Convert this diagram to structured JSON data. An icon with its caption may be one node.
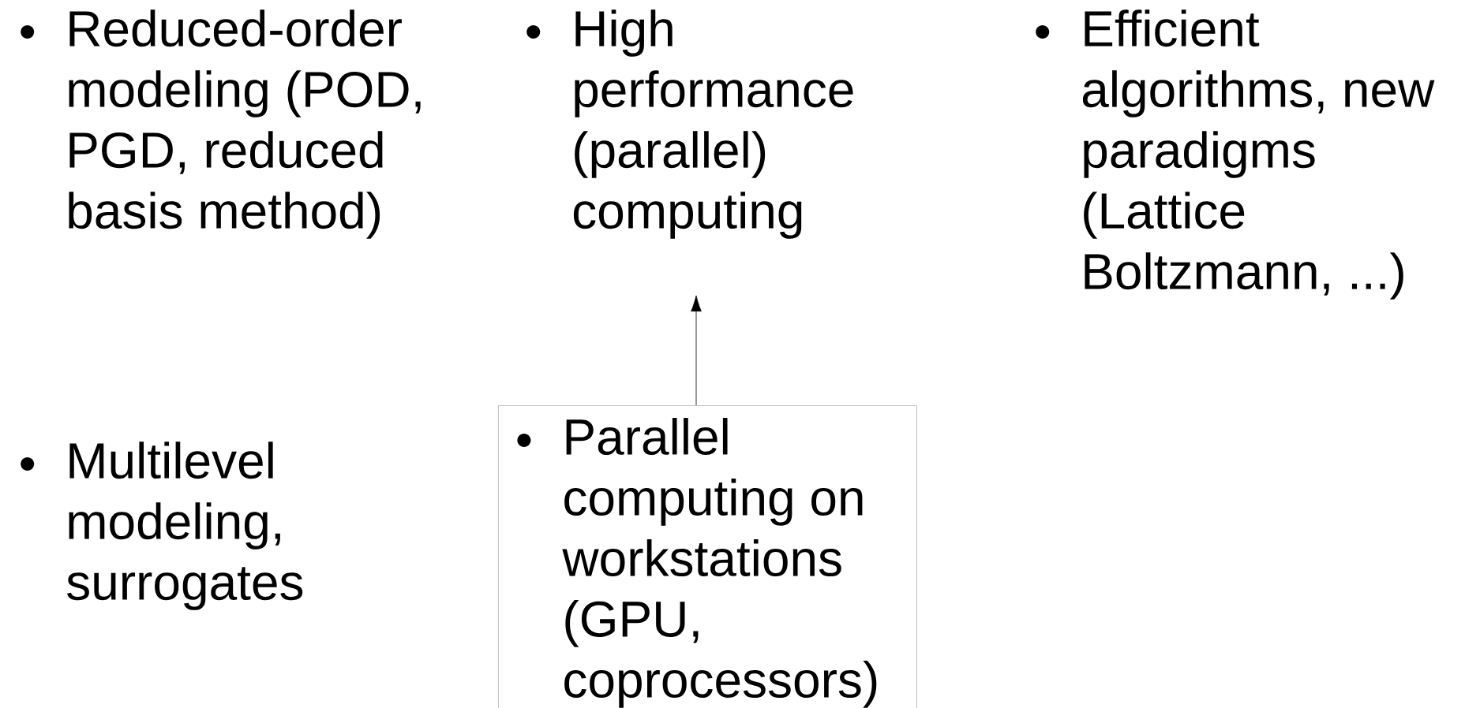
{
  "diagram": {
    "nodes": [
      {
        "text": [
          "Reduced-order modeling (POD, PGD, reduced basis method)"
        ]
      },
      {
        "text": [
          "High performance (parallel) computing"
        ]
      },
      {
        "text": [
          "Efficient algorithms, new paradigms (Lattice Boltzmann, ...)"
        ]
      },
      {
        "text": [
          "Multilevel modeling, surrogates"
        ]
      },
      {
        "text": [
          "Parallel computing on workstations (GPU, coprocessors)"
        ]
      }
    ],
    "edges": [
      {
        "from": 4,
        "to": 1,
        "arrow": "to"
      }
    ]
  }
}
